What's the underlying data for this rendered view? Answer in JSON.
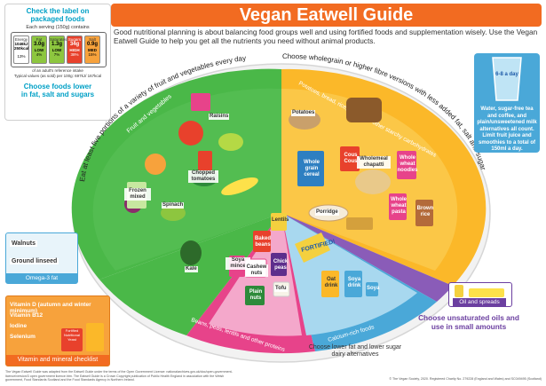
{
  "title": "Vegan Eatwell Guide",
  "intro": "Good nutritional planning is about balancing food groups well and using fortified foods and supplementation wisely. Use the Vegan Eatwell Guide to help you get all the nutrients you need without animal products.",
  "label_panel": {
    "title_line1": "Check the label on",
    "title_line2": "packaged foods",
    "serving": "Each serving (150g) contains",
    "cells": [
      {
        "name": "Energy",
        "value": "1046kJ",
        "value2": "250kcal",
        "level": "",
        "pct": "13%"
      },
      {
        "name": "Fat",
        "value": "3.0g",
        "level": "LOW",
        "pct": "4%",
        "color": "#8dc63f"
      },
      {
        "name": "Saturates",
        "value": "1.3g",
        "level": "LOW",
        "pct": "7%",
        "color": "#8dc63f"
      },
      {
        "name": "Sugars",
        "value": "34g",
        "level": "HIGH",
        "pct": "38%",
        "color": "#e8412c"
      },
      {
        "name": "Salt",
        "value": "0.9g",
        "level": "MED",
        "pct": "15%",
        "color": "#f7a23c"
      }
    ],
    "note1": "of an adult's reference intake",
    "note2": "Typical values (as sold) per 100g: 697kJ/ 167kcal",
    "choose_line1": "Choose foods lower",
    "choose_line2": "in fat, salt and sugars"
  },
  "sections": {
    "fruit_veg": {
      "arc_text": "Eat at least five portions of a variety of fruit and vegetables every day",
      "label": "Fruit and vegetables",
      "color": "#4ab848"
    },
    "starchy": {
      "arc_text": "Choose wholegrain or higher fibre versions with less added fat, salt and sugar",
      "label": "Potatoes, bread, rice, pasta and other starchy carbohydrates",
      "color": "#fbb829"
    },
    "beans": {
      "label": "Beans, peas, lentils and other proteins",
      "color": "#e7438a"
    },
    "calcium": {
      "label": "Calcium-rich foods",
      "sub": "Choose lower fat and lower sugar dairy alternatives",
      "fortified": "FORTIFIED!",
      "color": "#4aa8d8"
    }
  },
  "food_labels": {
    "raisins": "Raisins",
    "chopped_tomatoes": "Chopped tomatoes",
    "frozen_mixed": "Frozen mixed",
    "spinach": "Spinach",
    "kale": "Kale",
    "potatoes": "Potatoes",
    "wholegrain_cereal": "Whole grain cereal",
    "cous_cous": "Cous Cous",
    "wholemeal_chapatti": "Wholemeal chapatti",
    "whole_wheat_noodles": "Whole wheat noodles",
    "porridge": "Porridge",
    "whole_wheat_pasta": "Whole wheat pasta",
    "brown_rice": "Brown rice",
    "lentils": "Lentils",
    "baked_beans": "Baked beans",
    "soya_mince": "Soya mince",
    "cashew_nuts": "Cashew nuts",
    "chick_peas": "Chick peas",
    "plain_nuts": "Plain nuts",
    "tofu": "Tofu",
    "oat_drink": "Oat drink",
    "soya_drink": "Soya drink",
    "soya": "Soya"
  },
  "omega": {
    "walnuts": "Walnuts",
    "linseed": "Ground linseed",
    "label": "Omega-3 fat"
  },
  "vitamins": {
    "items": [
      "Vitamin D (autumn and winter minimum)",
      "Vitamin B12",
      "Iodine",
      "Selenium"
    ],
    "label": "Vitamin and mineral checklist",
    "fortified": "Fortified Nutritional Yeast"
  },
  "water": {
    "glass": "6-8 a day",
    "text": "Water, sugar-free tea and coffee, and plain/unsweetened milk alternatives all count. Limit fruit juice and smoothies to a total of 150ml a day."
  },
  "oil": {
    "label": "Oil and spreads",
    "choose": "Choose unsaturated oils and use in small amounts"
  },
  "footer": {
    "left": "The Vegan Eatwell Guide was adapted from the Eatwell Guide under the terms of the Open Government Licence: nationalarchives.gov.uk/doc/open-government-licence/version/3 open government licence.htm. The Eatwell Guide is a Crown Copyright publication of Public Health England in association with the Welsh government, Food Standards Scotland and the Food Standards Agency in Northern Ireland.",
    "right": "© The Vegan Society, 2020. Registered Charity No. 279228 (England and Wales) and SC049495 (Scotland)"
  }
}
